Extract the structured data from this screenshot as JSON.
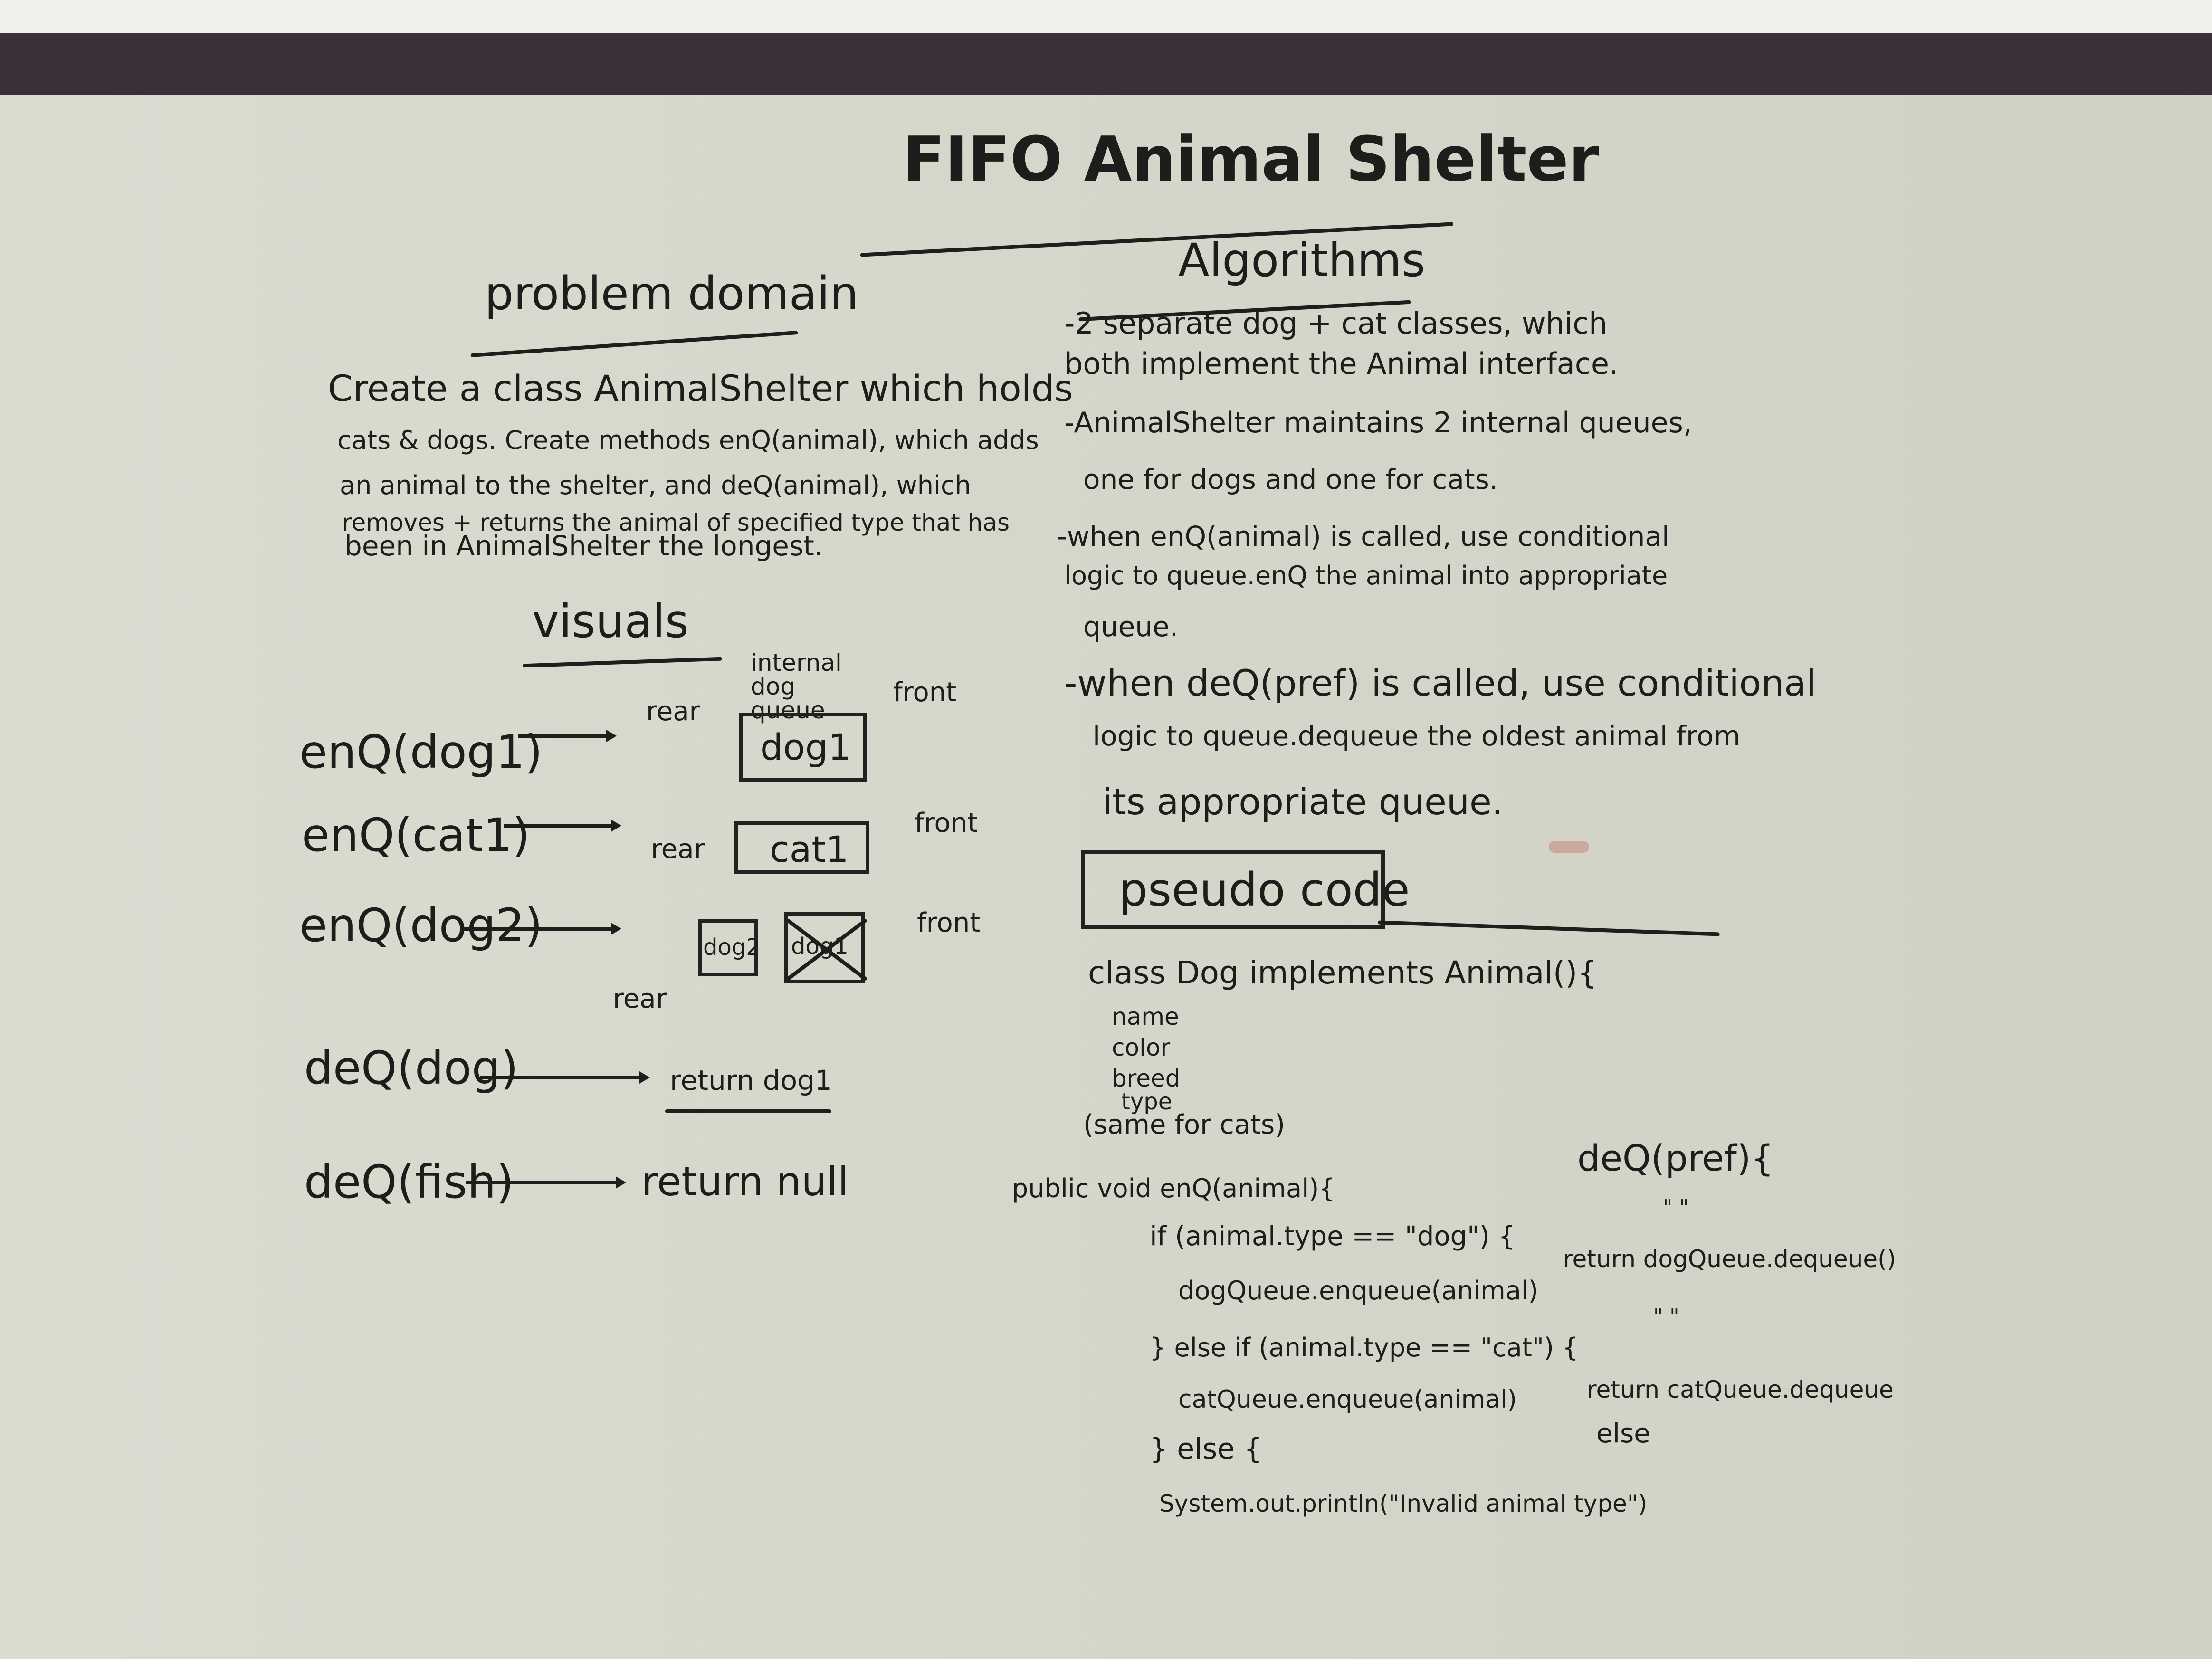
{
  "title": "FIFO Animal Shelter",
  "sections": {
    "problem_domain": "problem domain",
    "algorithms": "Algorithms",
    "visuals": "visuals",
    "pseudocode": "pseudo code"
  },
  "problem_text": [
    "Create a class AnimalShelter which holds",
    "cats & dogs. Create methods enQ(animal), which adds",
    "an animal to the shelter, and deQ(animal), which",
    "removes + returns the animal of specified type that has",
    "been in AnimalShelter the longest."
  ],
  "algorithm_text": [
    "-2 separate dog + cat classes, which",
    "both implement the Animal interface.",
    "-AnimalShelter maintains 2 internal queues,",
    "one for dogs and one for cats.",
    "-when enQ(animal) is called, use conditional",
    "logic to queue.enQ the animal into appropriate",
    "queue.",
    "-when deQ(pref) is called, use conditional",
    "logic to queue.dequeue the oldest animal from",
    "its appropriate queue."
  ],
  "visuals": {
    "ops": [
      "enQ(dog1)",
      "enQ(cat1)",
      "enQ(dog2)",
      "deQ(dog)",
      "deQ(fish)"
    ],
    "queue_label": "internal dog queue",
    "front": "front",
    "rear": "rear",
    "dog1": "dog1",
    "cat1": "cat1",
    "dog2": "dog2",
    "return_dog1": "return dog1",
    "return_null": "return null"
  },
  "pseudo_left": [
    "class Dog implements Animal(){",
    "name",
    "color",
    "breed",
    "type",
    "(same for cats)",
    "public void enQ(animal){",
    "if (animal.type == \"dog\") {",
    "dogQueue.enqueue(animal)",
    "} else if (animal.type == \"cat\") {",
    "catQueue.enqueue(animal)",
    "} else {",
    "System.out.println(\"Invalid animal type\")"
  ],
  "pseudo_right": [
    "deQ(pref){",
    "\"     \"",
    "return dogQueue.dequeue()",
    "\"     \"",
    "return catQueue.dequeue",
    "else"
  ],
  "colors": {
    "frame": "#3b2f38",
    "board": "#d6d8cb",
    "ink": "#1f1e1d",
    "red_mark": "#c05a50"
  }
}
